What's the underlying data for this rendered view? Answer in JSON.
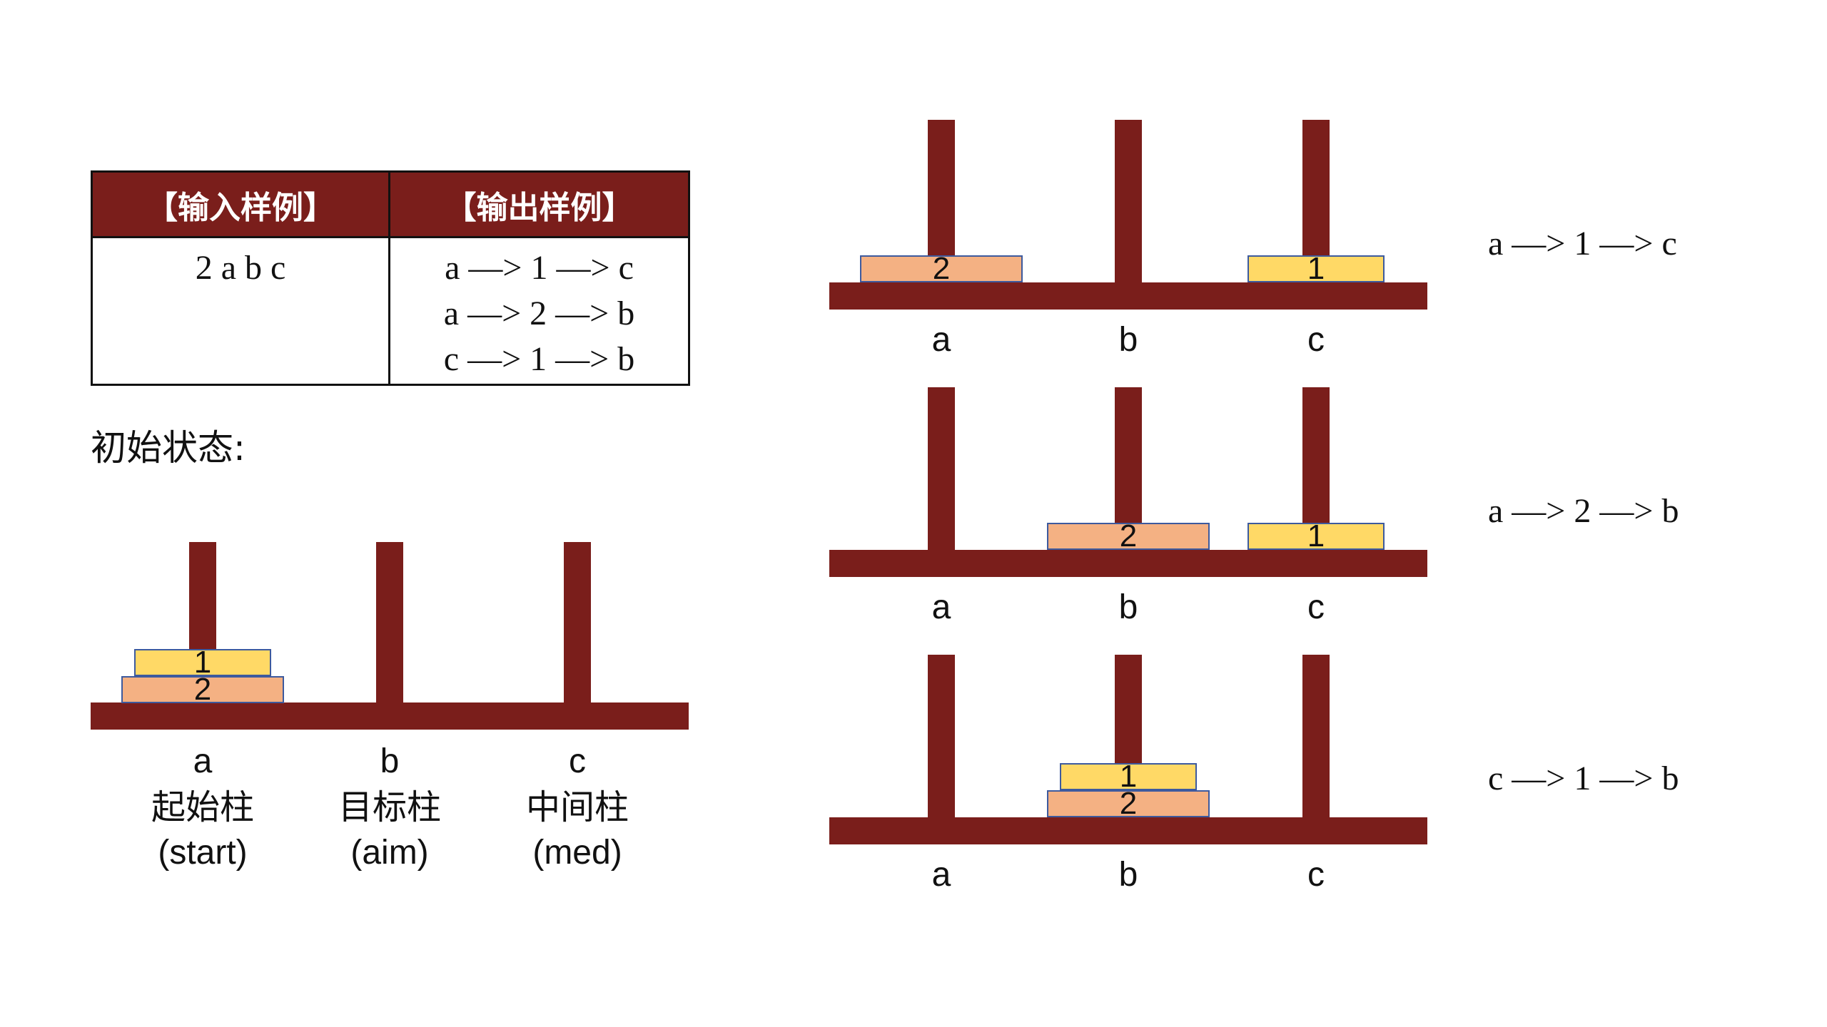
{
  "sample_table": {
    "input_header": "【输入样例】",
    "output_header": "【输出样例】",
    "input_value": "2 a b c",
    "output_lines": [
      "a —> 1 —> c",
      "a —> 2 —> b",
      "c —> 1 —> b"
    ]
  },
  "initial_state": {
    "label": "初始状态:",
    "pegs": [
      {
        "letter": "a",
        "role": "起始柱",
        "english": "(start)"
      },
      {
        "letter": "b",
        "role": "目标柱",
        "english": "(aim)"
      },
      {
        "letter": "c",
        "role": "中间柱",
        "english": "(med)"
      }
    ],
    "disks": [
      {
        "number": "1",
        "peg": "a"
      },
      {
        "number": "2",
        "peg": "a"
      }
    ]
  },
  "steps": [
    {
      "move": "a —> 1 —> c",
      "pegs": [
        "a",
        "b",
        "c"
      ],
      "disks": [
        {
          "number": "2",
          "peg": "a"
        },
        {
          "number": "1",
          "peg": "c"
        }
      ]
    },
    {
      "move": "a —> 2 —> b",
      "pegs": [
        "a",
        "b",
        "c"
      ],
      "disks": [
        {
          "number": "2",
          "peg": "b"
        },
        {
          "number": "1",
          "peg": "c"
        }
      ]
    },
    {
      "move": "c —> 1 —> b",
      "pegs": [
        "a",
        "b",
        "c"
      ],
      "disks": [
        {
          "number": "1",
          "peg": "b"
        },
        {
          "number": "2",
          "peg": "b"
        }
      ]
    }
  ],
  "colors": {
    "peg": "#7a1e1b",
    "disk_1": "#ffd966",
    "disk_2": "#f4b183",
    "disk_border": "#3d5a9e"
  }
}
